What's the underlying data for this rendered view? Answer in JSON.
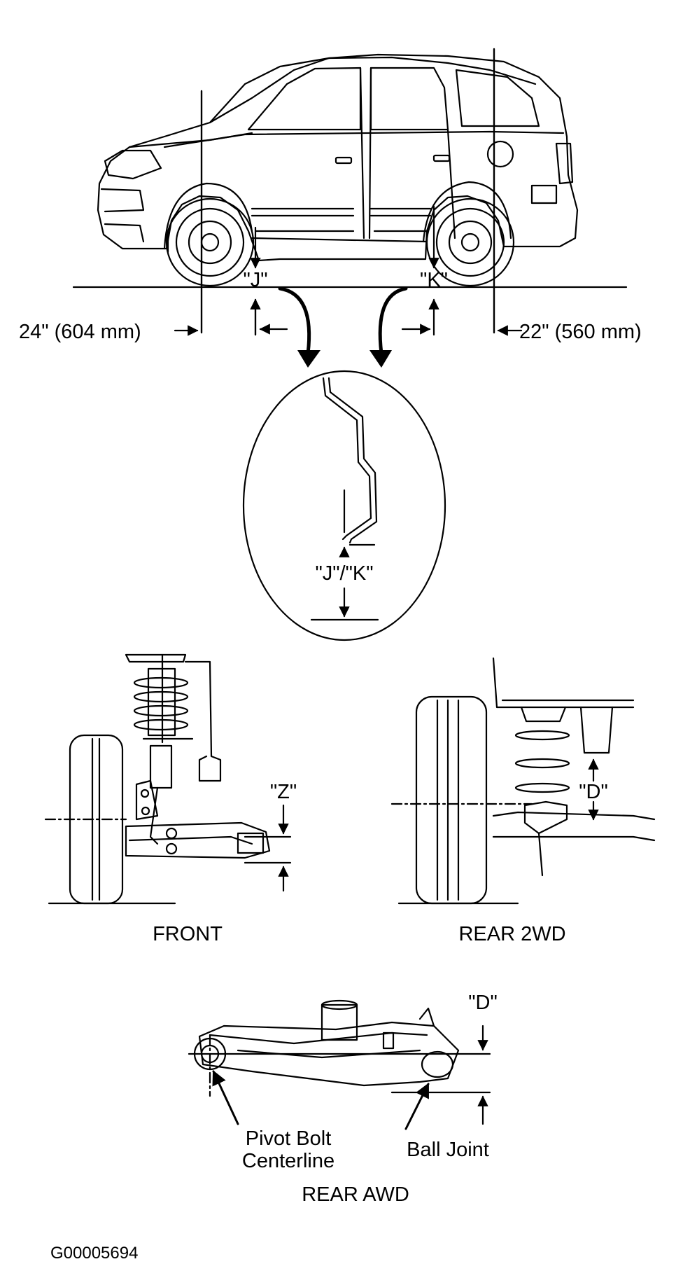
{
  "measurements": {
    "front_offset": "24\" (604 mm)",
    "rear_offset": "22\" (560 mm)",
    "point_j": "\"J\"",
    "point_k": "\"K\"",
    "point_jk": "\"J\"/\"K\"",
    "point_z": "\"Z\"",
    "point_d_2wd": "\"D\"",
    "point_d_awd": "\"D\""
  },
  "views": {
    "front": "FRONT",
    "rear_2wd": "REAR 2WD",
    "rear_awd": "REAR AWD"
  },
  "callouts": {
    "pivot_line1": "Pivot Bolt",
    "pivot_line2": "Centerline",
    "ball_joint": "Ball Joint"
  },
  "figure_id": "G00005694"
}
